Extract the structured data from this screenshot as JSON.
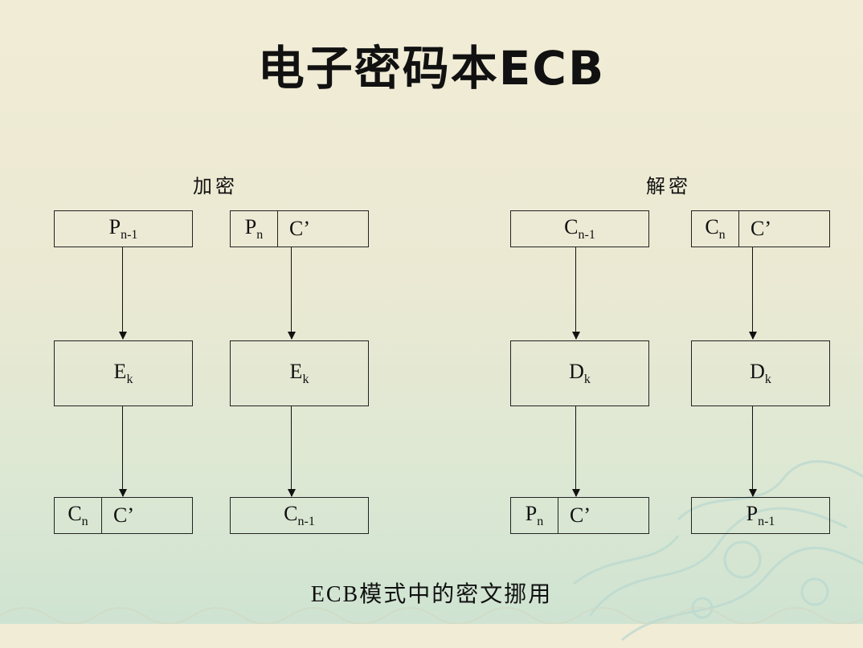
{
  "title": "电子密码本ECB",
  "encrypt": {
    "label": "加密",
    "col1": {
      "top": {
        "sym": "P",
        "sub": "n-1"
      },
      "mid": {
        "sym": "E",
        "sub": "k"
      },
      "bottom_left": {
        "sym": "C",
        "sub": "n"
      },
      "bottom_right": "C’"
    },
    "col2": {
      "top_left": {
        "sym": "P",
        "sub": "n"
      },
      "top_right": "C’",
      "mid": {
        "sym": "E",
        "sub": "k"
      },
      "bottom": {
        "sym": "C",
        "sub": "n-1"
      }
    }
  },
  "decrypt": {
    "label": "解密",
    "col1": {
      "top": {
        "sym": "C",
        "sub": "n-1"
      },
      "mid": {
        "sym": "D",
        "sub": "k"
      },
      "bottom_left": {
        "sym": "P",
        "sub": "n"
      },
      "bottom_right": "C’"
    },
    "col2": {
      "top_left": {
        "sym": "C",
        "sub": "n"
      },
      "top_right": "C’",
      "mid": {
        "sym": "D",
        "sub": "k"
      },
      "bottom": {
        "sym": "P",
        "sub": "n-1"
      }
    }
  },
  "caption": "ECB模式中的密文挪用"
}
